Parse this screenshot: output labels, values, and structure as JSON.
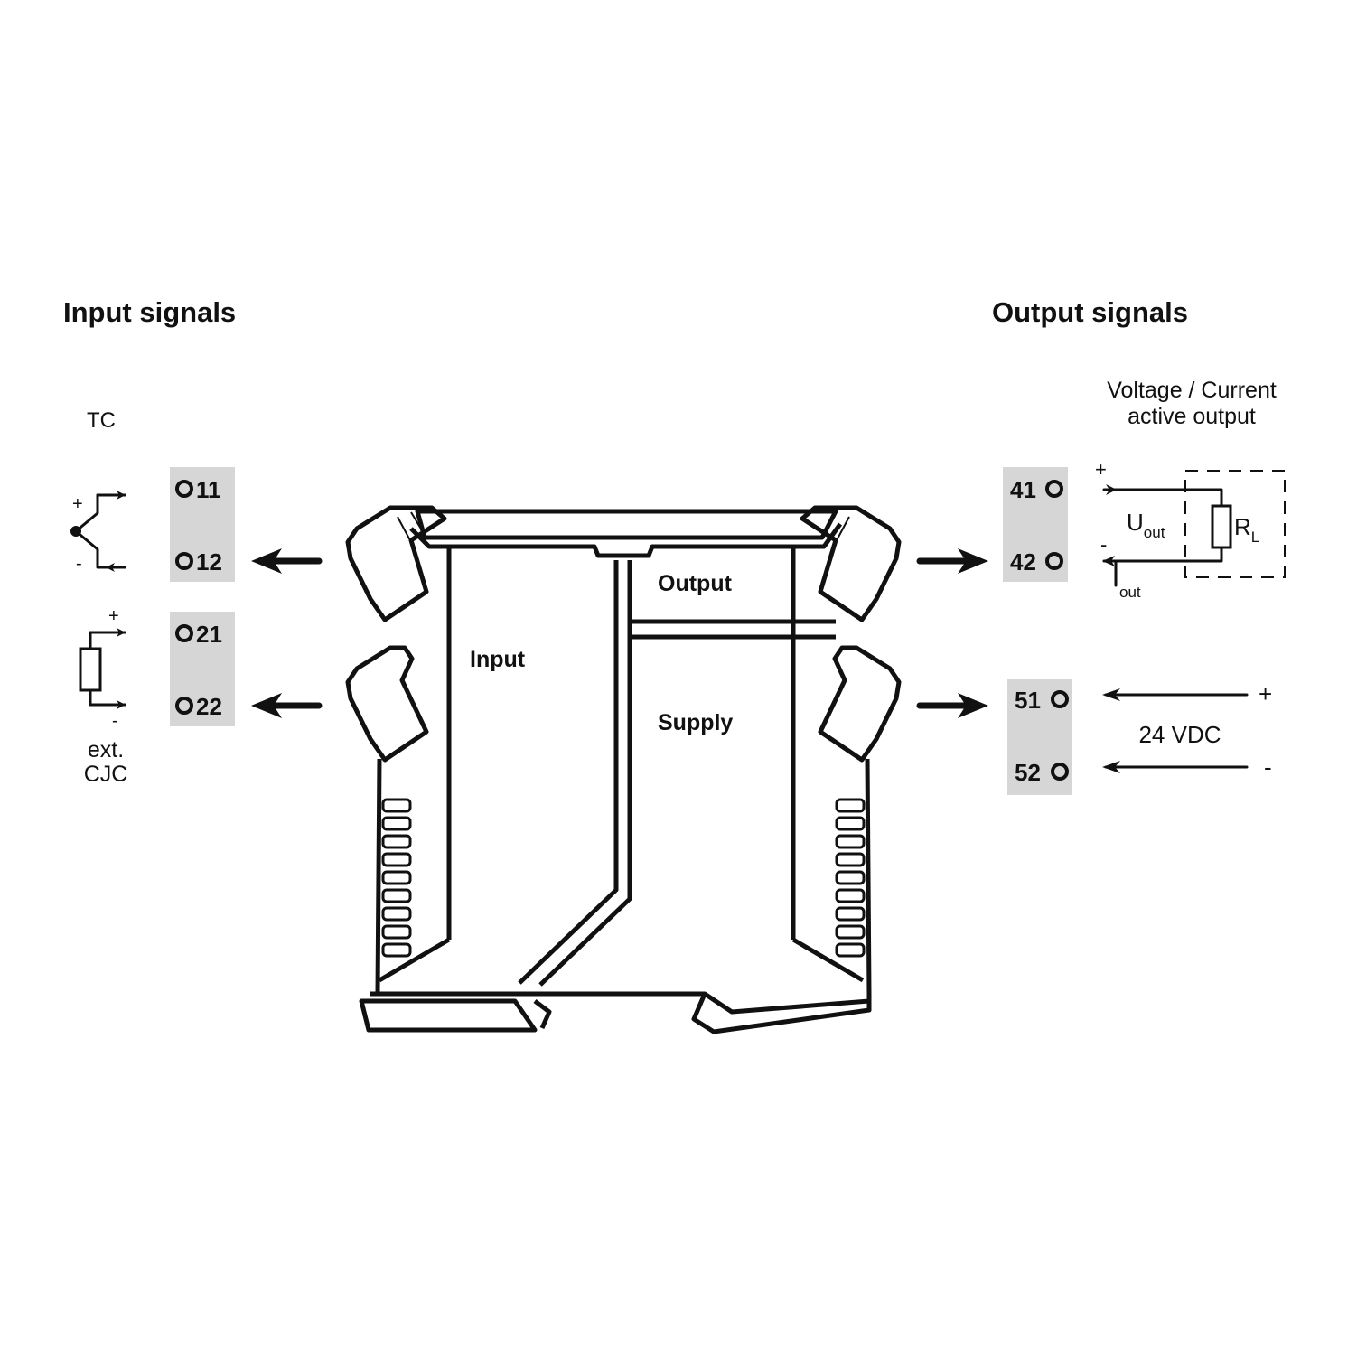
{
  "headings": {
    "input": "Input signals",
    "output": "Output signals"
  },
  "input": {
    "tc_label": "TC",
    "tc_plus": "+",
    "tc_minus": "-",
    "cjc_plus": "+",
    "cjc_minus": "-",
    "cjc_label_1": "ext.",
    "cjc_label_2": "CJC",
    "terminals": [
      "11",
      "12",
      "21",
      "22"
    ]
  },
  "output": {
    "title_1": "Voltage / Current",
    "title_2": "active output",
    "plus": "+",
    "minus": "-",
    "u_main": "U",
    "u_sub": "out",
    "i_sub": "out",
    "r_main": "R",
    "r_sub": "L",
    "terminals": [
      "41",
      "42",
      "51",
      "52"
    ]
  },
  "supply": {
    "voltage": "24 VDC",
    "plus": "+",
    "minus": "-"
  },
  "device": {
    "output": "Output",
    "input": "Input",
    "supply": "Supply"
  },
  "colors": {
    "terminal_block": "#d6d6d6",
    "ink": "#111111"
  }
}
